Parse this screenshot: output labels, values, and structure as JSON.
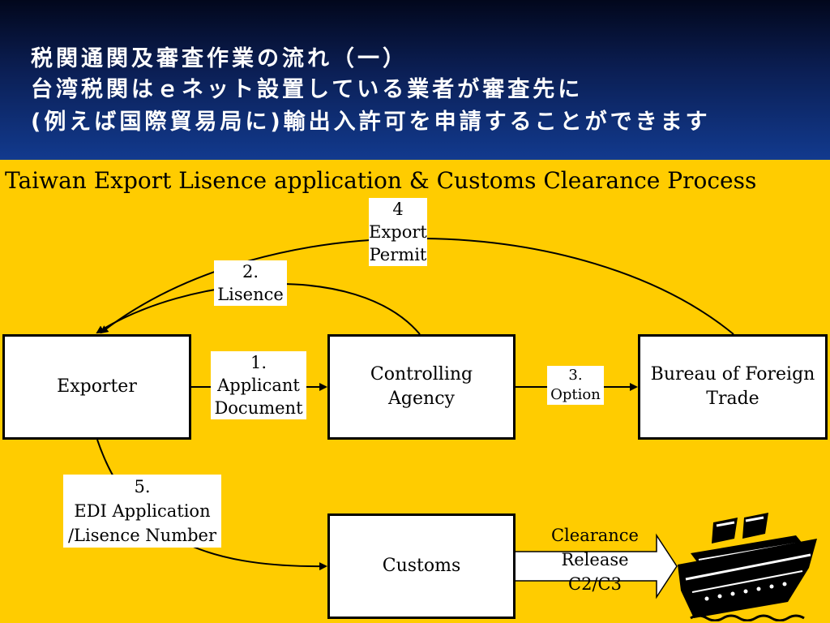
{
  "header": {
    "line1": "税関通関及審査作業の流れ（一）",
    "line2": "台湾税関はｅネット設置している業者が審査先に",
    "line3": "(例えば国際貿易局に)輸出入許可を申請することができます"
  },
  "title": "Taiwan Export Lisence application &  Customs Clearance Process",
  "boxes": {
    "exporter": "Exporter",
    "controlling_agency": [
      "Controlling",
      "Agency"
    ],
    "bureau": [
      "Bureau of Foreign",
      "Trade"
    ],
    "customs": "Customs"
  },
  "labels": {
    "step1": [
      "1.",
      "Applicant",
      "Document"
    ],
    "step2": [
      "2.",
      "Lisence"
    ],
    "step3": [
      "3.",
      "Option"
    ],
    "step4": [
      "4",
      "Export",
      "Permit"
    ],
    "step5": [
      "5.",
      "EDI Application",
      "/Lisence Number"
    ],
    "clearance": [
      "Clearance",
      "Release",
      "C2/C3"
    ]
  },
  "icons": {
    "ship": "cruise-ship-icon"
  }
}
